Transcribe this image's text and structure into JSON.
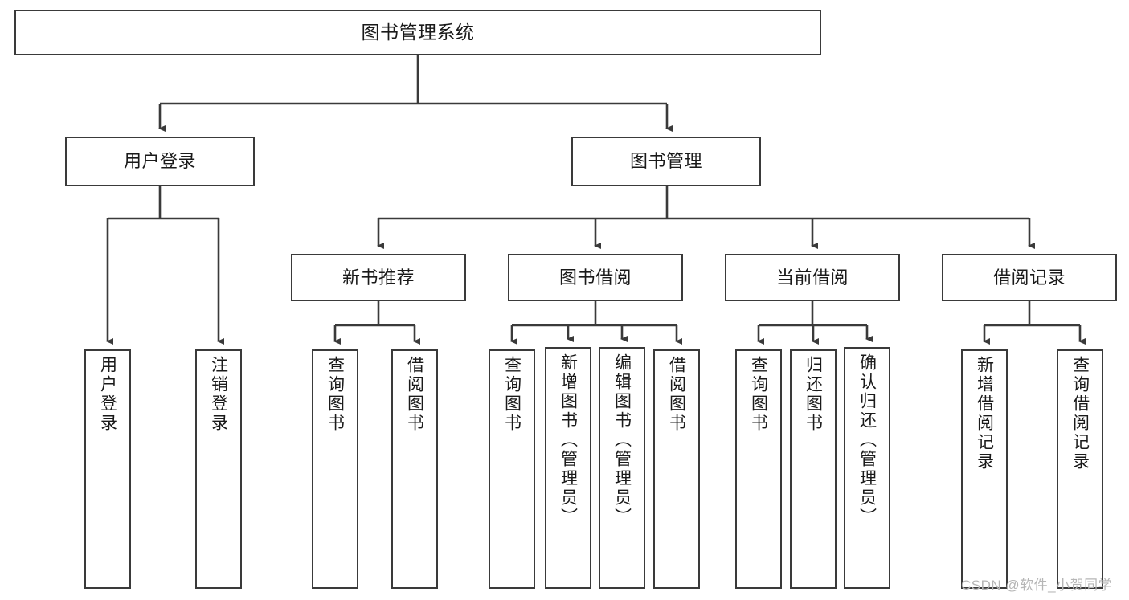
{
  "diagram": {
    "title": "图书管理系统",
    "root": {
      "label": "图书管理系统"
    },
    "level2": [
      {
        "label": "用户登录"
      },
      {
        "label": "图书管理"
      }
    ],
    "level3": [
      {
        "label": "新书推荐"
      },
      {
        "label": "图书借阅"
      },
      {
        "label": "当前借阅"
      },
      {
        "label": "借阅记录"
      }
    ],
    "leaves": {
      "user_login": [
        {
          "label": "用户登录"
        },
        {
          "label": "注销登录"
        }
      ],
      "new_book": [
        {
          "label": "查询图书"
        },
        {
          "label": "借阅图书"
        }
      ],
      "book_borrow": [
        {
          "label": "查询图书"
        },
        {
          "label": "新增图书（管理员）"
        },
        {
          "label": "编辑图书（管理员）"
        },
        {
          "label": "借阅图书"
        }
      ],
      "current_borrow": [
        {
          "label": "查询图书"
        },
        {
          "label": "归还图书"
        },
        {
          "label": "确认归还（管理员）"
        }
      ],
      "borrow_record": [
        {
          "label": "新增借阅记录"
        },
        {
          "label": "查询借阅记录"
        }
      ]
    },
    "watermark": "CSDN @软件_小贺同学",
    "colors": {
      "stroke": "#3a3a3a",
      "background": "#ffffff",
      "text": "#1a1a1a",
      "watermark": "#b6b6b6"
    }
  }
}
